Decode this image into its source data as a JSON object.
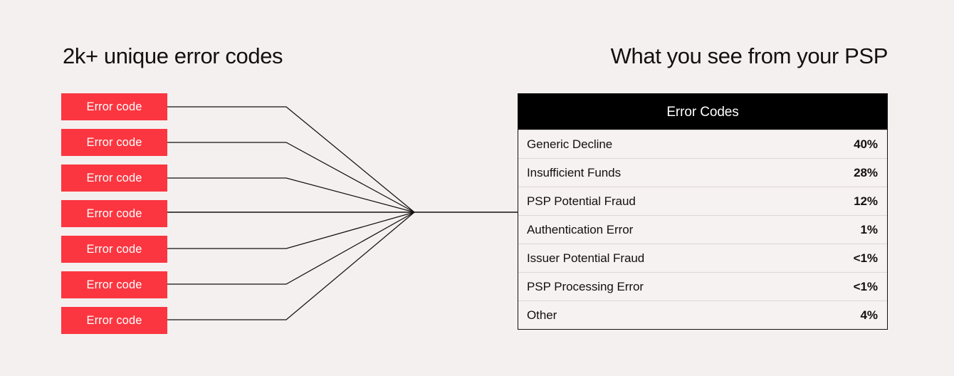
{
  "background_color": "#f4f0ef",
  "accent_color": "#fb3640",
  "line_color": "#14100f",
  "headings": {
    "left": "2k+ unique error codes",
    "right": "What you see from your PSP"
  },
  "error_codes": {
    "chip_label": "Error code",
    "items": [
      {
        "label": "Error code"
      },
      {
        "label": "Error code"
      },
      {
        "label": "Error code"
      },
      {
        "label": "Error code"
      },
      {
        "label": "Error code"
      },
      {
        "label": "Error code"
      },
      {
        "label": "Error code"
      }
    ]
  },
  "psp_table": {
    "header": "Error Codes",
    "header_background": "#000000",
    "header_text_color": "#ffffff",
    "rows": [
      {
        "label": "Generic Decline",
        "value": "40%"
      },
      {
        "label": "Insufficient Funds",
        "value": "28%"
      },
      {
        "label": "PSP Potential Fraud",
        "value": "12%"
      },
      {
        "label": "Authentication Error",
        "value": "1%"
      },
      {
        "label": "Issuer Potential Fraud",
        "value": "<1%"
      },
      {
        "label": "PSP Processing Error",
        "value": "<1%"
      },
      {
        "label": "Other",
        "value": "4%"
      }
    ]
  },
  "chart_data": {
    "type": "table",
    "title": "Error Codes",
    "categories": [
      "Generic Decline",
      "Insufficient Funds",
      "PSP Potential Fraud",
      "Authentication Error",
      "Issuer Potential Fraud",
      "PSP Processing Error",
      "Other"
    ],
    "values": [
      40,
      28,
      12,
      1,
      0.5,
      0.5,
      4
    ],
    "value_labels": [
      "40%",
      "28%",
      "12%",
      "1%",
      "<1%",
      "<1%",
      "4%"
    ],
    "xlabel": "",
    "ylabel": "",
    "annotations": [
      "2k+ unique error codes",
      "What you see from your PSP"
    ]
  }
}
